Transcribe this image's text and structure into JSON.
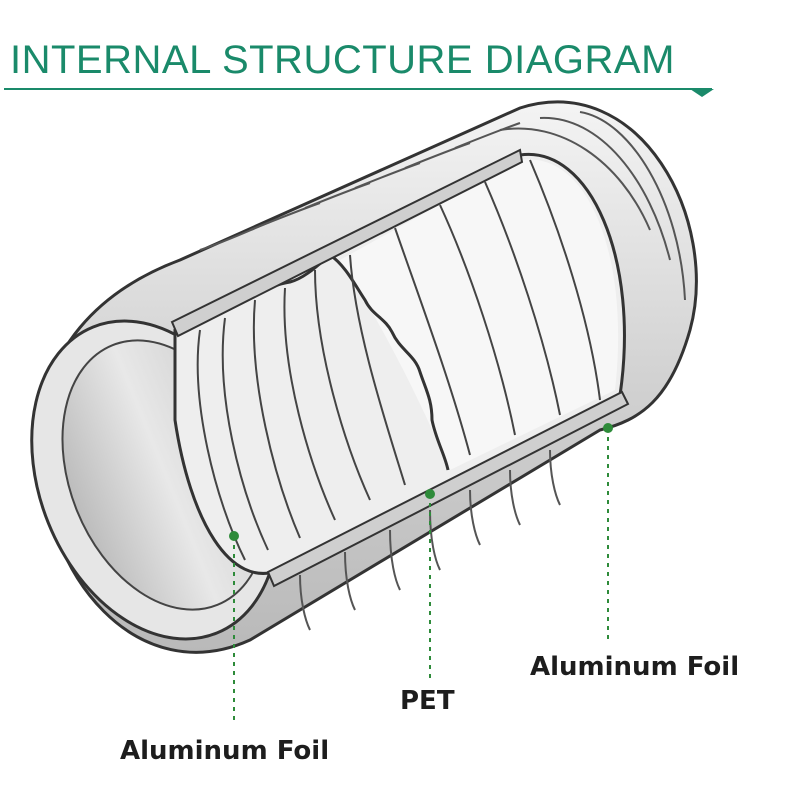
{
  "title": "INTERNAL STRUCTURE DIAGRAM",
  "colors": {
    "accent": "#1a8a6a",
    "callout_dot": "#2e8b3a",
    "outline": "#333333",
    "metal": "#d9d9d9"
  },
  "labels": {
    "inner_layer": "Aluminum Foil",
    "middle_layer": "PET",
    "outer_layer": "Aluminum Foil"
  }
}
